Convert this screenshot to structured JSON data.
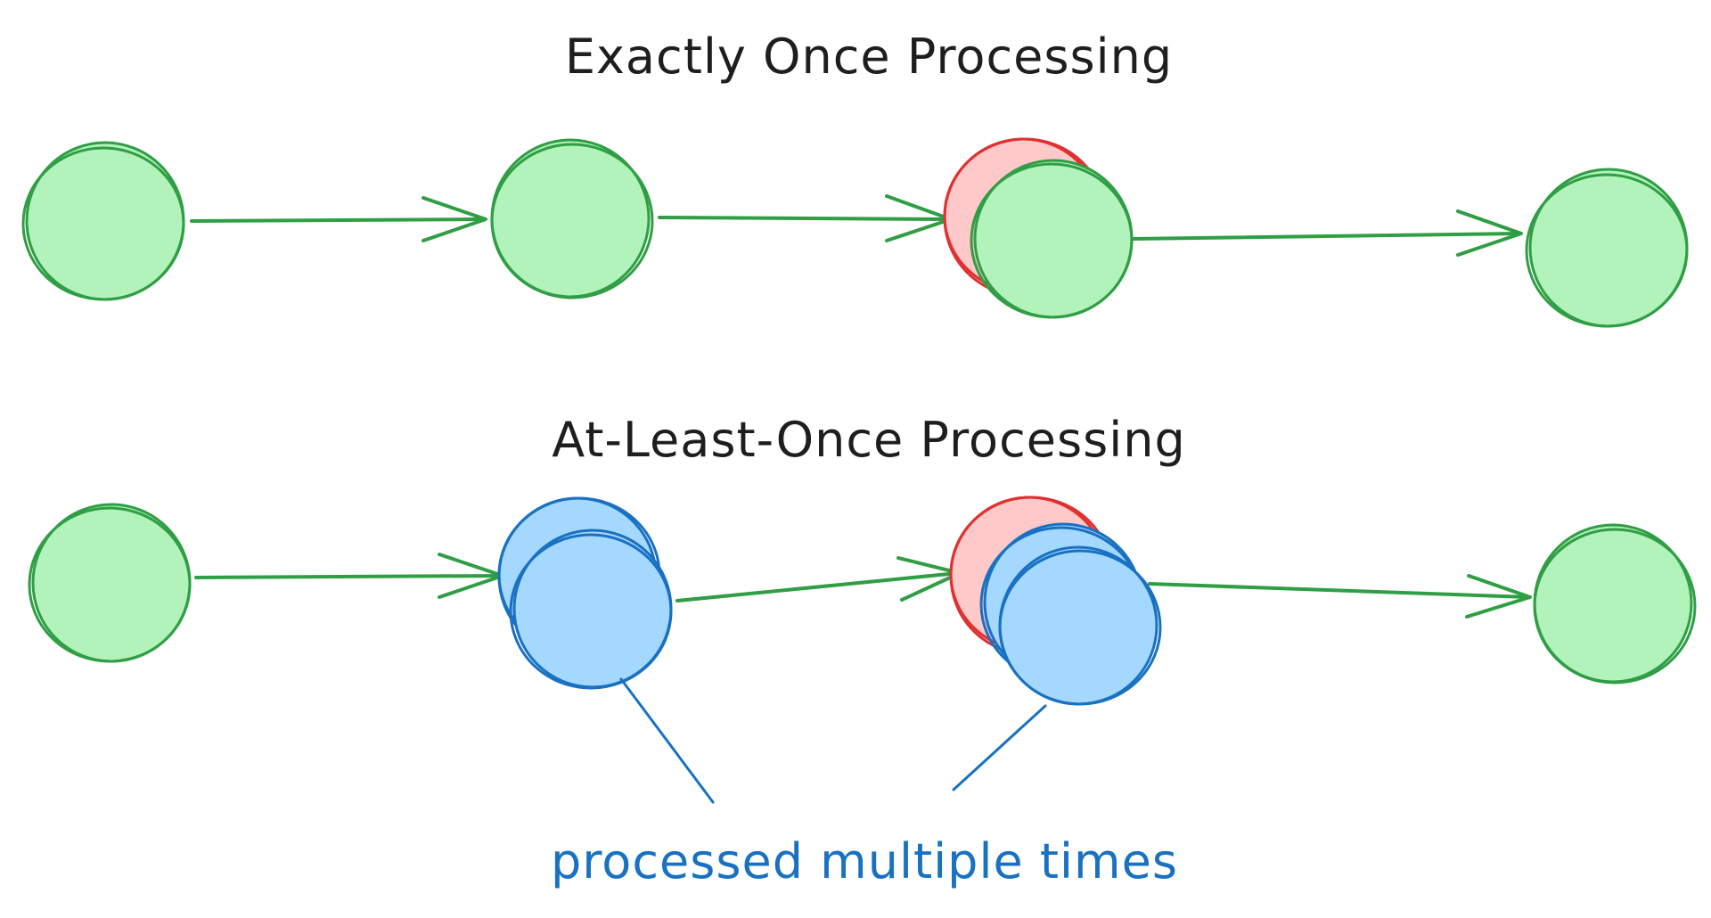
{
  "diagram": {
    "title_exactly_once": "Exactly Once Processing",
    "title_at_least_once": "At-Least-Once Processing",
    "annotation": "processed multiple times"
  },
  "colors": {
    "background": "#ffffff",
    "text": "#1e1e1e",
    "success_fill": "#b2f2bb",
    "success_stroke": "#2f9e44",
    "failure_fill": "#ffc9c9",
    "failure_stroke": "#e03131",
    "retry_fill": "#a5d8ff",
    "retry_stroke": "#1971c2",
    "annotation_text": "#1971c2"
  }
}
